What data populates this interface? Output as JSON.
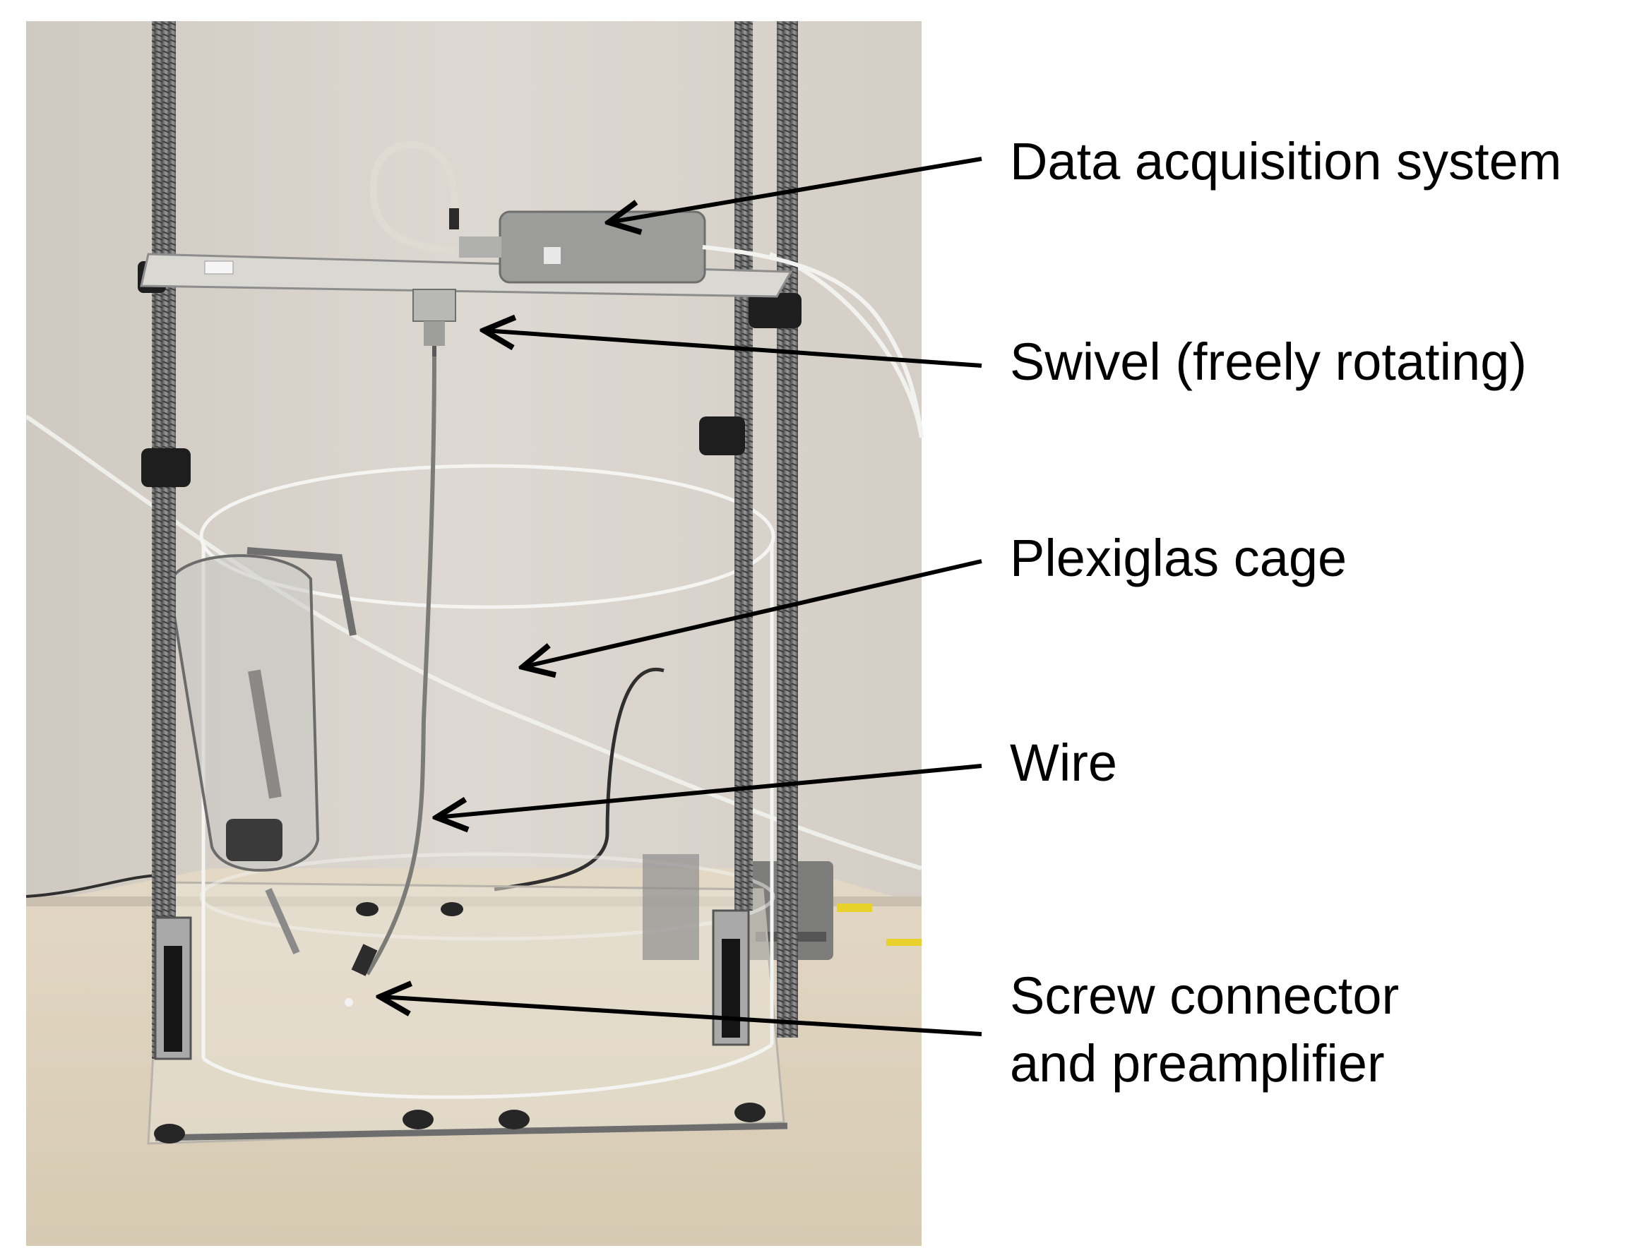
{
  "annotations": [
    {
      "id": "data-acquisition",
      "lines": [
        "Data acquisition system"
      ]
    },
    {
      "id": "swivel",
      "lines": [
        "Swivel (freely rotating)"
      ]
    },
    {
      "id": "plexiglas-cage",
      "lines": [
        "Plexiglas cage"
      ]
    },
    {
      "id": "wire",
      "lines": [
        "Wire"
      ]
    },
    {
      "id": "screw-connector",
      "lines": [
        "Screw connector",
        "and preamplifier"
      ]
    }
  ]
}
